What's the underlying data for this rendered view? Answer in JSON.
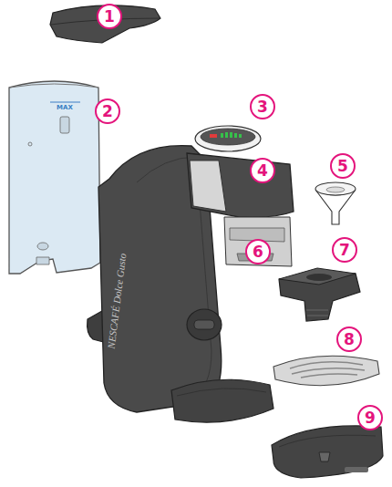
{
  "diagram": {
    "labels": [
      "1",
      "2",
      "3",
      "4",
      "5",
      "6",
      "7",
      "8",
      "9",
      "MAX",
      "NESCAFÉ Dolce Gusto"
    ]
  }
}
